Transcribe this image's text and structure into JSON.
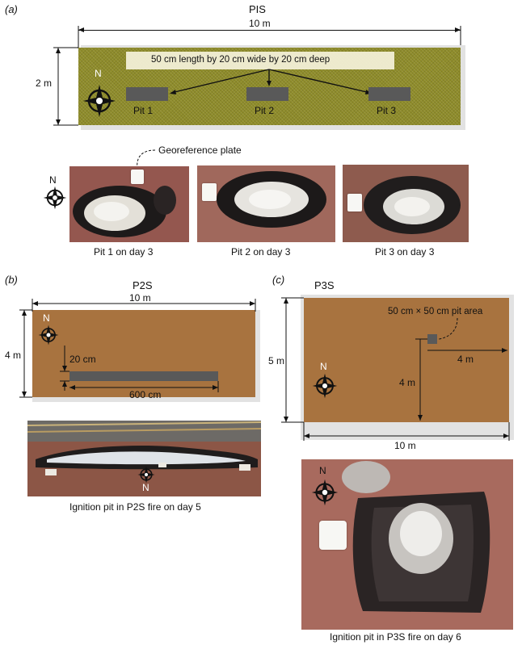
{
  "panel_a": {
    "label": "(a)",
    "title": "PIS",
    "width_label": "10 m",
    "height_label": "2 m",
    "pit_note": "50 cm length by 20 cm wide by 20 cm deep",
    "pits": [
      "Pit 1",
      "Pit 2",
      "Pit 3"
    ],
    "north": "N",
    "georeference": "Georeference plate",
    "photo_captions": [
      "Pit 1 on day 3",
      "Pit 2 on day 3",
      "Pit 3 on day 3"
    ]
  },
  "panel_b": {
    "label": "(b)",
    "title": "P2S",
    "width_label": "10 m",
    "height_label": "4 m",
    "gap_label": "20 cm",
    "length_label": "600 cm",
    "north": "N",
    "photo_north": "N",
    "photo_caption": "Ignition pit in P2S fire on day 5"
  },
  "panel_c": {
    "label": "(c)",
    "title": "P3S",
    "pit_area_label": "50 cm × 50 cm pit area",
    "offset_x_label": "4 m",
    "offset_y_label": "4 m",
    "width_label": "10 m",
    "height_label": "5 m",
    "north": "N",
    "photo_north": "N",
    "photo_caption": "Ignition pit in P3S fire on day 6"
  },
  "colors": {
    "plot_olive": "#8f8c2a",
    "plot_brown": "#a8733f",
    "pit": "#595959",
    "soil": "#9a5a52",
    "ash": "#e8e6e0",
    "char": "#1d1a1a"
  }
}
